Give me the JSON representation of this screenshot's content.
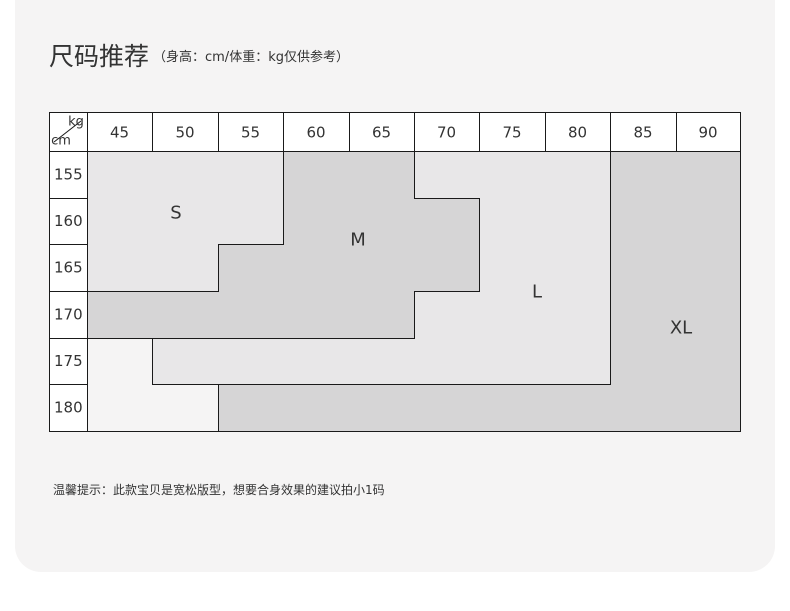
{
  "title": {
    "main": "尺码推荐",
    "sub": "（身高：cm/体重：kg仅供参考）"
  },
  "table": {
    "corner": {
      "top": "kg",
      "bottom": "cm"
    },
    "weights": [
      "45",
      "50",
      "55",
      "60",
      "65",
      "70",
      "75",
      "80",
      "85",
      "90"
    ],
    "heights": [
      "155",
      "160",
      "165",
      "170",
      "175",
      "180"
    ],
    "sizes": [
      {
        "label": "S",
        "color": "#e8e7e8"
      },
      {
        "label": "M",
        "color": "#d6d5d6"
      },
      {
        "label": "L",
        "color": "#e8e7e8"
      },
      {
        "label": "XL",
        "color": "#d6d5d6"
      }
    ],
    "empty_color": "#f5f4f4",
    "line_color": "#1a1a1a",
    "header_bg": "#ffffff"
  },
  "note": "温馨提示：此款宝贝是宽松版型，想要合身效果的建议拍小1码"
}
